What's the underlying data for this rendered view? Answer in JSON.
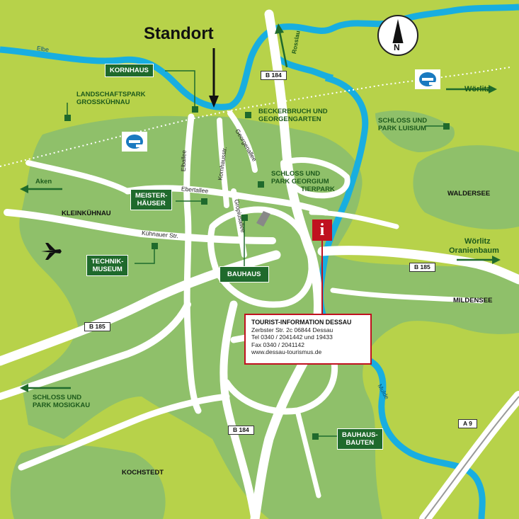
{
  "map": {
    "standort": "Standort",
    "compass_letter": "N",
    "rivers": {
      "elbe": "Elbe",
      "rosslau": "Rosslau",
      "mulde": "Mulde"
    },
    "roads": {
      "b184_top": "B 184",
      "b185_right": "B 185",
      "b185_left": "B 185",
      "b184_bottom": "B 184",
      "a9": "A 9"
    },
    "streets": {
      "elballee": "Elballee",
      "kornhausstr": "Kornhausstr.",
      "georgenallee": "Georgenallee",
      "ebertallee": "Ebertallee",
      "gropiusallee": "Gropiusallee",
      "kuehnauer_str": "Kühnauer Str."
    },
    "places": {
      "landschaftspark": [
        "LANDSCHAFTSPARK",
        "GROSSKÜHNAU"
      ],
      "beckerbruch": [
        "BECKERBRUCH UND",
        "GEORGENGARTEN"
      ],
      "schloss_luisium": [
        "SCHLOSS UND",
        "PARK LUISIUM"
      ],
      "schloss_georgium": [
        "SCHLOSS UND",
        "PARK GEORGIUM",
        "TIERPARK"
      ],
      "waldersee": "WALDERSEE",
      "kleinkuehnau": "KLEINKÜHNAU",
      "mildensee": "MILDENSEE",
      "schloss_mosigkau": [
        "SCHLOSS UND",
        "PARK MOSIGKAU"
      ],
      "kochstedt": "KOCHSTEDT"
    },
    "boxes": {
      "kornhaus": [
        "KORNHAUS"
      ],
      "meisterhaeuser": [
        "MEISTER-",
        "HÄUSER"
      ],
      "technikmuseum": [
        "TECHNIK-",
        "MUSEUM"
      ],
      "bauhaus": [
        "BAUHAUS"
      ],
      "bauhausbauten": [
        "BAUHAUS-",
        "BAUTEN"
      ]
    },
    "directions": {
      "aken": "Aken",
      "woerlitz_top": "Wörlitz",
      "woerlitz_right": "Wörlitz",
      "oranienbaum": "Oranienbaum"
    },
    "info_icon": "i",
    "tourist_info": {
      "title": "TOURIST-INFORMATION DESSAU",
      "line1": "Zerbster Str. 2c     06844 Dessau",
      "line2": "Tel  0340 / 2041442 und 19433",
      "line3": "Fax  0340 / 2041142",
      "line4": "www.dessau-tourismus.de"
    }
  },
  "colors": {
    "background": "#b7d24a",
    "city": "#8fc06a",
    "river": "#18aee0",
    "road": "#ffffff",
    "park_green": "#1f6a2c",
    "info_red": "#c0111f"
  }
}
